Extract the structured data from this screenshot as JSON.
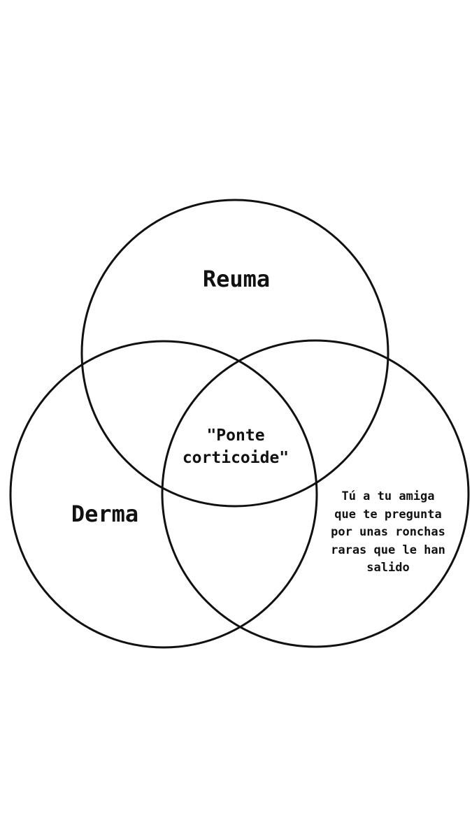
{
  "diagram": {
    "type": "venn",
    "sets": [
      {
        "name": "Reuma"
      },
      {
        "name": "Derma"
      },
      {
        "name": "Tú a tu amiga\nque te pregunta\npor unas ronchas\nraras que le han\nsalido"
      }
    ],
    "intersection_label": "\"Ponte\ncorticoide\""
  },
  "colors": {
    "stroke": "#111111",
    "background": "#ffffff"
  }
}
